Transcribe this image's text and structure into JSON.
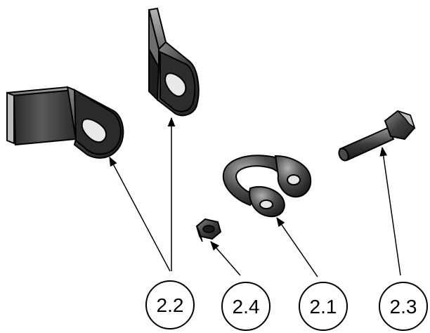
{
  "diagram": {
    "callouts": [
      {
        "id": "bracket-wide",
        "label": "2.2"
      },
      {
        "id": "bracket-tall",
        "label": "2.2"
      },
      {
        "id": "nut",
        "label": "2.4"
      },
      {
        "id": "shackle",
        "label": "2.1"
      },
      {
        "id": "bolt",
        "label": "2.3"
      }
    ]
  }
}
